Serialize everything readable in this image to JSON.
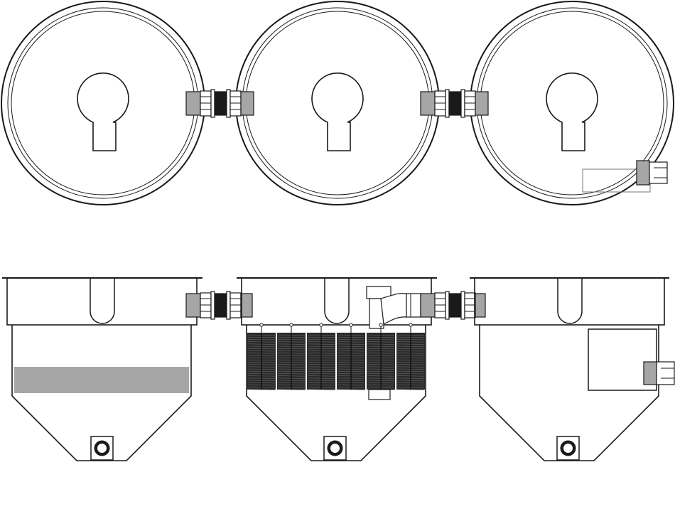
{
  "colors": {
    "line": "#1a1a1a",
    "background": "#ffffff",
    "grey_fill": "#a6a6a6",
    "dark_fill": "#1a1a1a",
    "brush_fill": "#2a2a2a"
  },
  "top_view": {
    "units": [
      {
        "id": "tank-1",
        "cutout": "keyhole-icon"
      },
      {
        "id": "tank-2",
        "cutout": "keyhole-icon"
      },
      {
        "id": "tank-3",
        "cutout": "keyhole-icon",
        "outlet": "outlet-block"
      }
    ],
    "connectors": [
      "connector-1-2",
      "connector-2-3"
    ]
  },
  "side_view": {
    "units": [
      {
        "id": "settlement-chamber",
        "interior": "grey-media-band"
      },
      {
        "id": "brush-chamber",
        "interior": "filter-brushes",
        "brush_count": 6
      },
      {
        "id": "outlet-chamber",
        "interior": "outlet-box"
      }
    ],
    "connectors": [
      "connector-1-2",
      "connector-2-3"
    ],
    "drains": 3
  }
}
